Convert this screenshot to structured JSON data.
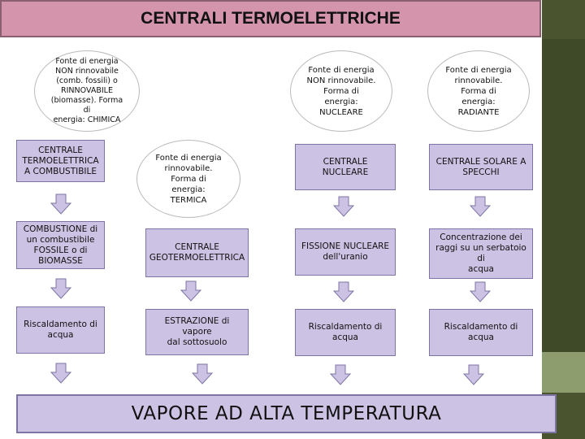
{
  "title": "CENTRALI TERMOELETTRICHE",
  "colors": {
    "title_bg": "#d494ac",
    "box_fill": "#ccc2e3",
    "box_border": "#7e74a3",
    "arrow_fill": "#ccc2e3",
    "side_bar": "#3f4b28"
  },
  "col1": {
    "source": "Fonte di energia\nNON rinnovabile\n(comb. fossili) o\nRINNOVABILE\n(biomasse). Forma di\nenergia: CHIMICA",
    "plant": "CENTRALE\nTERMOELETTRICA\nA COMBUSTIBILE",
    "process": "COMBUSTIONE di\nun combustibile\nFOSSILE o di\nBIOMASSE",
    "heating": "Riscaldamento di\nacqua"
  },
  "col2": {
    "source": "Fonte di energia\nrinnovabile.\nForma di\nenergia:\nTERMICA",
    "plant": "CENTRALE\nGEOTERMOELETTRICA",
    "process": "ESTRAZIONE di vapore\ndal sottosuolo"
  },
  "col3": {
    "source": "Fonte di energia\nNON rinnovabile.\nForma di\nenergia:\nNUCLEARE",
    "plant": "CENTRALE NUCLEARE",
    "process": "FISSIONE NUCLEARE\ndell'uranio",
    "heating": "Riscaldamento di acqua"
  },
  "col4": {
    "source": "Fonte di energia\nrinnovabile.\nForma di\nenergia:\nRADIANTE",
    "plant": "CENTRALE SOLARE A\nSPECCHI",
    "process": "Concentrazione dei\nraggi su un serbatoio di\nacqua",
    "heating": "Riscaldamento di acqua"
  },
  "result": "VAPORE AD ALTA TEMPERATURA"
}
